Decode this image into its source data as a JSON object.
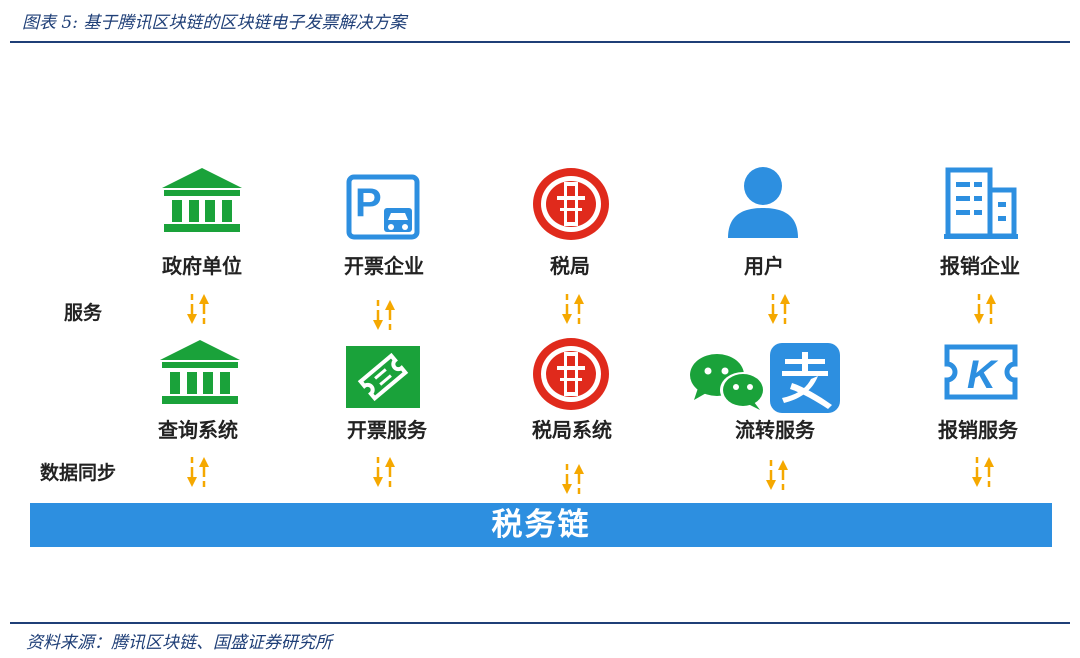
{
  "caption": "图表 5: 基于腾讯区块链的区块链电子发票解决方案",
  "source": "资料来源：腾讯区块链、国盛证券研究所",
  "row_labels": {
    "service": "服务",
    "data_sync": "数据同步"
  },
  "top_row": [
    "政府单位",
    "开票企业",
    "税局",
    "用户",
    "报销企业"
  ],
  "bottom_row": [
    "查询系统",
    "开票服务",
    "税局系统",
    "流转服务",
    "报销服务"
  ],
  "chain": "税务链",
  "icons": {
    "top": [
      "government-building-icon",
      "parking-car-icon",
      "tax-bureau-emblem-icon",
      "user-icon",
      "office-building-icon"
    ],
    "bottom": [
      "government-building-icon",
      "ticket-icon",
      "tax-bureau-emblem-icon",
      "wechat-icon",
      "alipay-icon",
      "k-ticket-icon"
    ]
  },
  "colors": {
    "green": "#1aa23a",
    "blue": "#2d8fe0",
    "red": "#e02a1c",
    "arrow": "#f5a800",
    "heading": "#1f3f77"
  }
}
